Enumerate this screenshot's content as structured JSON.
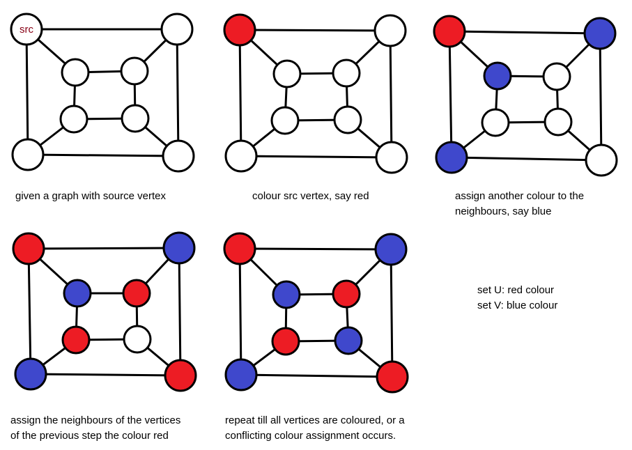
{
  "colors": {
    "red": "#ed1c24",
    "blue": "#3f48cc",
    "white": "#ffffff",
    "stroke": "#000000",
    "label": "#880015"
  },
  "graph": {
    "vertices": [
      "outer-tl",
      "outer-tr",
      "outer-bl",
      "outer-br",
      "inner-tl",
      "inner-tr",
      "inner-bl",
      "inner-br"
    ],
    "edges": [
      [
        "outer-tl",
        "outer-tr"
      ],
      [
        "outer-tr",
        "outer-br"
      ],
      [
        "outer-br",
        "outer-bl"
      ],
      [
        "outer-bl",
        "outer-tl"
      ],
      [
        "inner-tl",
        "inner-tr"
      ],
      [
        "inner-tr",
        "inner-br"
      ],
      [
        "inner-br",
        "inner-bl"
      ],
      [
        "inner-bl",
        "inner-tl"
      ],
      [
        "outer-tl",
        "inner-tl"
      ],
      [
        "outer-tr",
        "inner-tr"
      ],
      [
        "outer-bl",
        "inner-bl"
      ],
      [
        "outer-br",
        "inner-br"
      ]
    ]
  },
  "steps": [
    {
      "colors": {
        "outer-tl": "white",
        "outer-tr": "white",
        "outer-bl": "white",
        "outer-br": "white",
        "inner-tl": "white",
        "inner-tr": "white",
        "inner-bl": "white",
        "inner-br": "white"
      },
      "source_label": "src",
      "caption": [
        "given a graph with source vertex"
      ]
    },
    {
      "colors": {
        "outer-tl": "red",
        "outer-tr": "white",
        "outer-bl": "white",
        "outer-br": "white",
        "inner-tl": "white",
        "inner-tr": "white",
        "inner-bl": "white",
        "inner-br": "white"
      },
      "caption": [
        "colour src vertex, say red"
      ]
    },
    {
      "colors": {
        "outer-tl": "red",
        "outer-tr": "blue",
        "outer-bl": "blue",
        "outer-br": "white",
        "inner-tl": "blue",
        "inner-tr": "white",
        "inner-bl": "white",
        "inner-br": "white"
      },
      "caption": [
        "assign another colour to the",
        "neighbours, say blue"
      ]
    },
    {
      "colors": {
        "outer-tl": "red",
        "outer-tr": "blue",
        "outer-bl": "blue",
        "outer-br": "red",
        "inner-tl": "blue",
        "inner-tr": "red",
        "inner-bl": "red",
        "inner-br": "white"
      },
      "caption": [
        "assign the neighbours of the vertices",
        "of the previous step the colour red"
      ]
    },
    {
      "colors": {
        "outer-tl": "red",
        "outer-tr": "blue",
        "outer-bl": "blue",
        "outer-br": "red",
        "inner-tl": "blue",
        "inner-tr": "red",
        "inner-bl": "red",
        "inner-br": "blue"
      },
      "caption": [
        "repeat till all vertices are coloured, or a",
        "conflicting colour assignment occurs."
      ]
    }
  ],
  "legend": {
    "lines": [
      "set U: red colour",
      "set V: blue colour"
    ]
  }
}
